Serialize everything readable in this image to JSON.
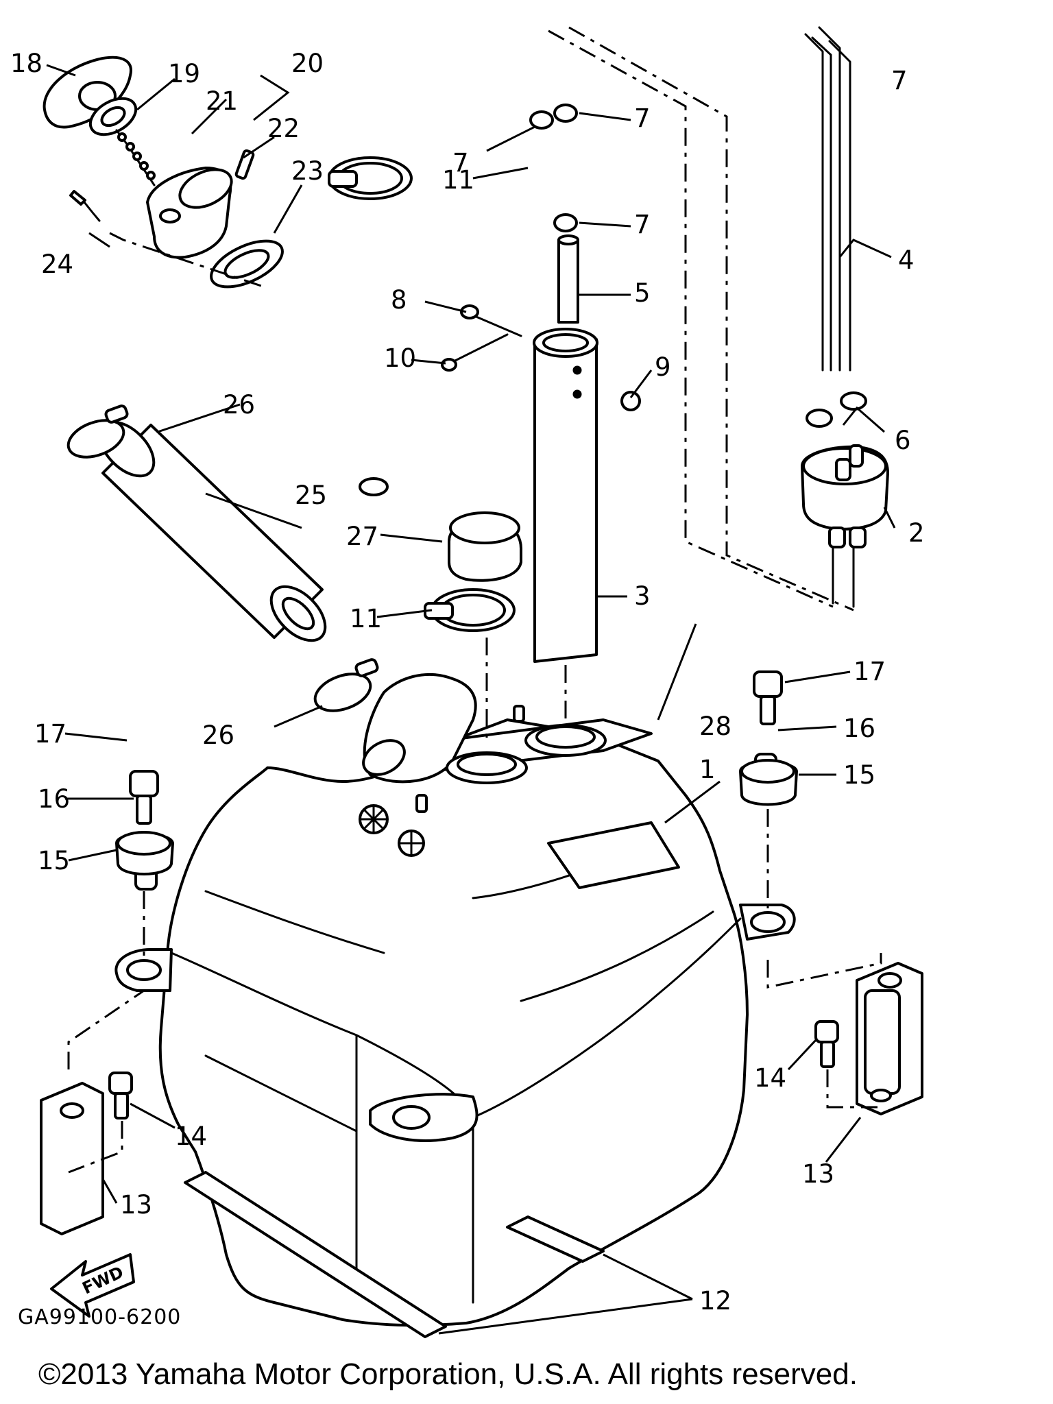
{
  "diagram": {
    "drawing_code": "GA99100-6200",
    "copyright": "©2013 Yamaha Motor Corporation, U.S.A. All rights reserved.",
    "direction_label": "FWD",
    "callouts": [
      "1",
      "2",
      "3",
      "4",
      "5",
      "6",
      "7",
      "7",
      "7",
      "7",
      "8",
      "9",
      "10",
      "11",
      "11",
      "12",
      "13",
      "13",
      "14",
      "14",
      "15",
      "15",
      "16",
      "16",
      "17",
      "17",
      "18",
      "19",
      "20",
      "21",
      "22",
      "23",
      "24",
      "25",
      "26",
      "26",
      "27",
      "28"
    ]
  },
  "colors": {
    "ink": "#000000",
    "paper": "#ffffff"
  }
}
